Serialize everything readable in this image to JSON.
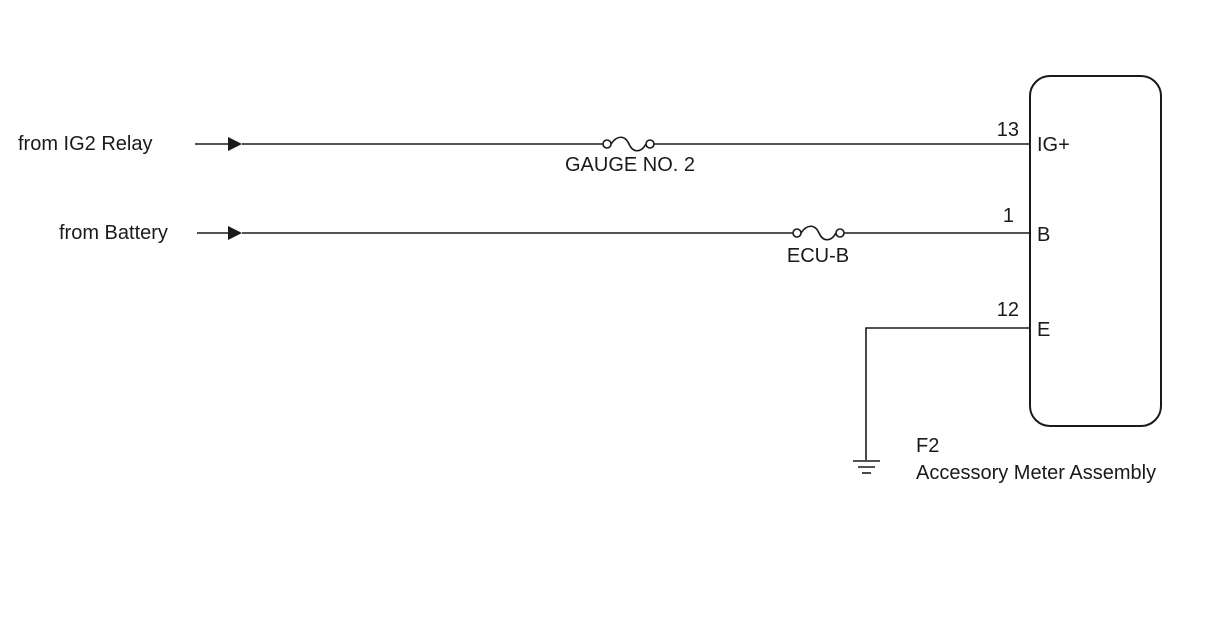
{
  "sources": [
    {
      "label": "from IG2 Relay"
    },
    {
      "label": "from Battery"
    }
  ],
  "fuses": [
    {
      "label": "GAUGE NO. 2"
    },
    {
      "label": "ECU-B"
    }
  ],
  "pins": [
    {
      "number": "13",
      "name": "IG+"
    },
    {
      "number": "1",
      "name": "B"
    },
    {
      "number": "12",
      "name": "E"
    }
  ],
  "component": {
    "code": "F2",
    "name": "Accessory Meter Assembly"
  },
  "colors": {
    "line": "#1a1a1a",
    "background": "#ffffff"
  }
}
